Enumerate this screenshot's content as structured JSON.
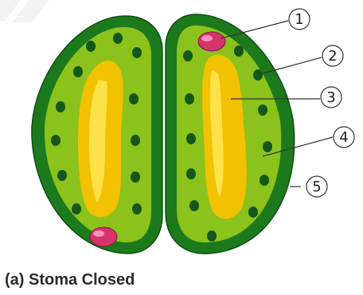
{
  "caption": "(a) Stoma Closed",
  "labels": [
    "1",
    "2",
    "3",
    "4",
    "5"
  ],
  "colors": {
    "cell_wall": "#1c7a1c",
    "cytoplasm": "#8cc21c",
    "chloroplast": "#14571a",
    "vacuole": "#f2c200",
    "vacuole_highlight": "#ffe14a",
    "nucleus": "#d6336c",
    "nucleus_highlight": "#ff8fbf",
    "outline": "#0f4f12"
  }
}
